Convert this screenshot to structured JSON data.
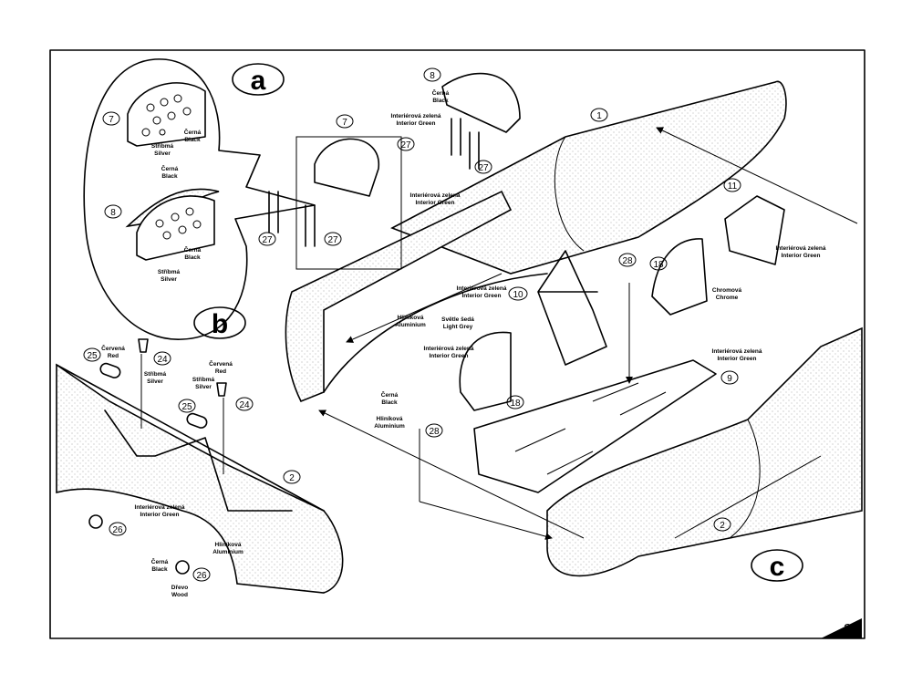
{
  "page": {
    "number": "2"
  },
  "sections": {
    "a": "a",
    "b": "b",
    "c": "c"
  },
  "parts": {
    "p1": "1",
    "p2": "2",
    "p7": "7",
    "p8": "8",
    "p9": "9",
    "p10": "10",
    "p11": "11",
    "p18": "18",
    "p24": "24",
    "p25": "25",
    "p26": "26",
    "p27": "27",
    "p28": "28"
  },
  "colors": {
    "black": {
      "cz": "Černá",
      "en": "Black"
    },
    "silver": {
      "cz": "Stříbmá",
      "en": "Silver"
    },
    "interior_green": {
      "cz": "Interiérová zelená",
      "en": "Interior Green"
    },
    "aluminium": {
      "cz": "Hliníková",
      "en": "Aluminium"
    },
    "light_grey": {
      "cz": "Světle šedá",
      "en": "Light Grey"
    },
    "chrome": {
      "cz": "Chromová",
      "en": "Chrome"
    },
    "red": {
      "cz": "Červená",
      "en": "Red"
    },
    "wood": {
      "cz": "Dřevo",
      "en": "Wood"
    }
  }
}
